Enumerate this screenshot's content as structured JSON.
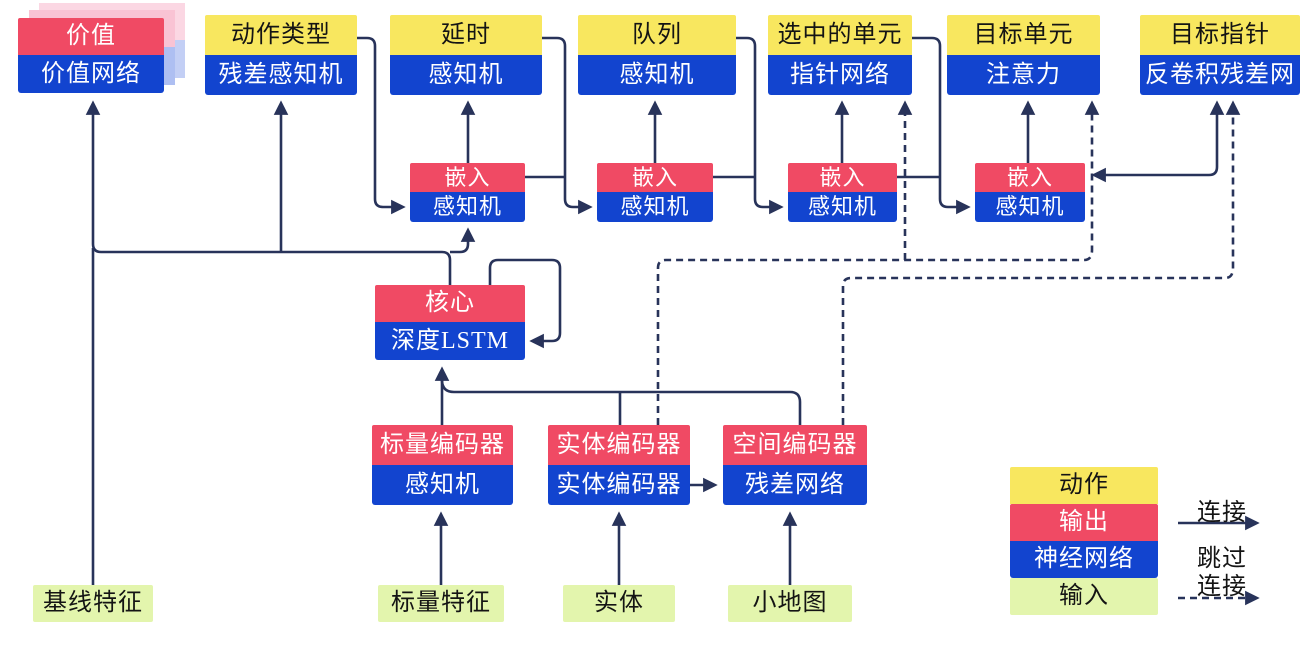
{
  "nodes": {
    "value": {
      "top": "价值",
      "bottom": "价值网络"
    },
    "action_type": {
      "top": "动作类型",
      "bottom": "残差感知机"
    },
    "delay": {
      "top": "延时",
      "bottom": "感知机"
    },
    "queue": {
      "top": "队列",
      "bottom": "感知机"
    },
    "selected_units": {
      "top": "选中的单元",
      "bottom": "指针网络"
    },
    "target_unit": {
      "top": "目标单元",
      "bottom": "注意力"
    },
    "target_point": {
      "top": "目标指针",
      "bottom": "反卷积残差网"
    },
    "embedding": {
      "top": "嵌入",
      "bottom": "感知机"
    },
    "core": {
      "top": "核心",
      "bottom": "深度LSTM"
    },
    "scalar_encoder": {
      "top": "标量编码器",
      "bottom": "感知机"
    },
    "entity_encoder": {
      "top": "实体编码器",
      "bottom": "实体编码器"
    },
    "spatial_encoder": {
      "top": "空间编码器",
      "bottom": "残差网络"
    }
  },
  "inputs": {
    "baseline_features": "基线特征",
    "scalar_features": "标量特征",
    "entities": "实体",
    "minimap": "小地图"
  },
  "legend": {
    "action": "动作",
    "output": "输出",
    "network": "神经网络",
    "input": "输入",
    "connection": "连接",
    "skip_line1": "跳过",
    "skip_line2": "连接"
  },
  "colors": {
    "action_yellow": "#f8e75f",
    "output_red": "#f04a64",
    "network_blue": "#1244cf",
    "input_green": "#e3f5ad",
    "line_navy": "#28335a",
    "value_shadow_pink": "#f9c3d4",
    "value_shadow_blue": "#aebff2"
  }
}
